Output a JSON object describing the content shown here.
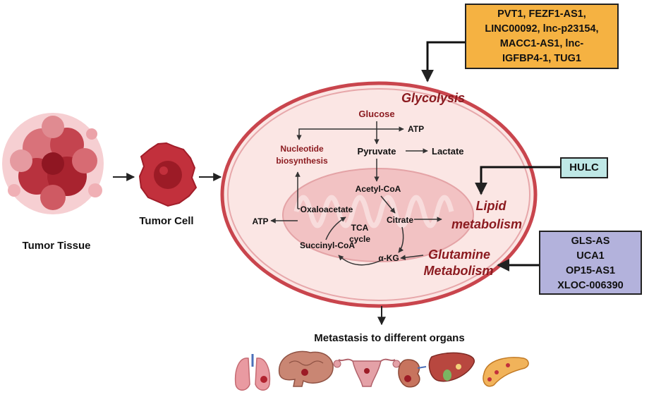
{
  "labels": {
    "tumor_tissue": "Tumor Tissue",
    "tumor_cell": "Tumor Cell",
    "glycolysis": "Glycolysis",
    "lipid_1": "Lipid",
    "lipid_2": "metabolism",
    "glutamine_1": "Glutamine",
    "glutamine_2": "Metabolism",
    "glucose": "Glucose",
    "atp_top": "ATP",
    "nucleotide_1": "Nucleotide",
    "nucleotide_2": "biosynthesis",
    "pyruvate": "Pyruvate",
    "lactate": "Lactate",
    "acetyl_coa": "Acetyl-CoA",
    "oxaloacetate": "Oxaloacetate",
    "citrate": "Citrate",
    "atp_left": "ATP",
    "tca_1": "TCA",
    "tca_2": "cycle",
    "succinyl_coa": "Succinyl-CoA",
    "akg": "α-KG",
    "metastasis": "Metastasis to different organs"
  },
  "boxes": {
    "glycolysis_lncrnas": [
      "PVT1, FEZF1-AS1,",
      "LINC00092, lnc-p23154,",
      "MACC1-AS1, lnc-",
      "IGFBP4-1, TUG1"
    ],
    "lipid_lncrnas": [
      "HULC"
    ],
    "glutamine_lncrnas": [
      "GLS-AS",
      "UCA1",
      "OP15-AS1",
      "XLOC-006390"
    ]
  },
  "colors": {
    "orange_box": "#f5b242",
    "teal_box": "#bfe8e6",
    "purple_box": "#b3b2dc",
    "cell_border": "#c9454d",
    "cell_fill": "#fbe6e4",
    "dark_red_text": "#8b1a1f"
  },
  "icons": [
    "lungs-icon",
    "brain-icon",
    "uterus-icon",
    "kidney-icon",
    "liver-icon",
    "pancreas-icon"
  ]
}
